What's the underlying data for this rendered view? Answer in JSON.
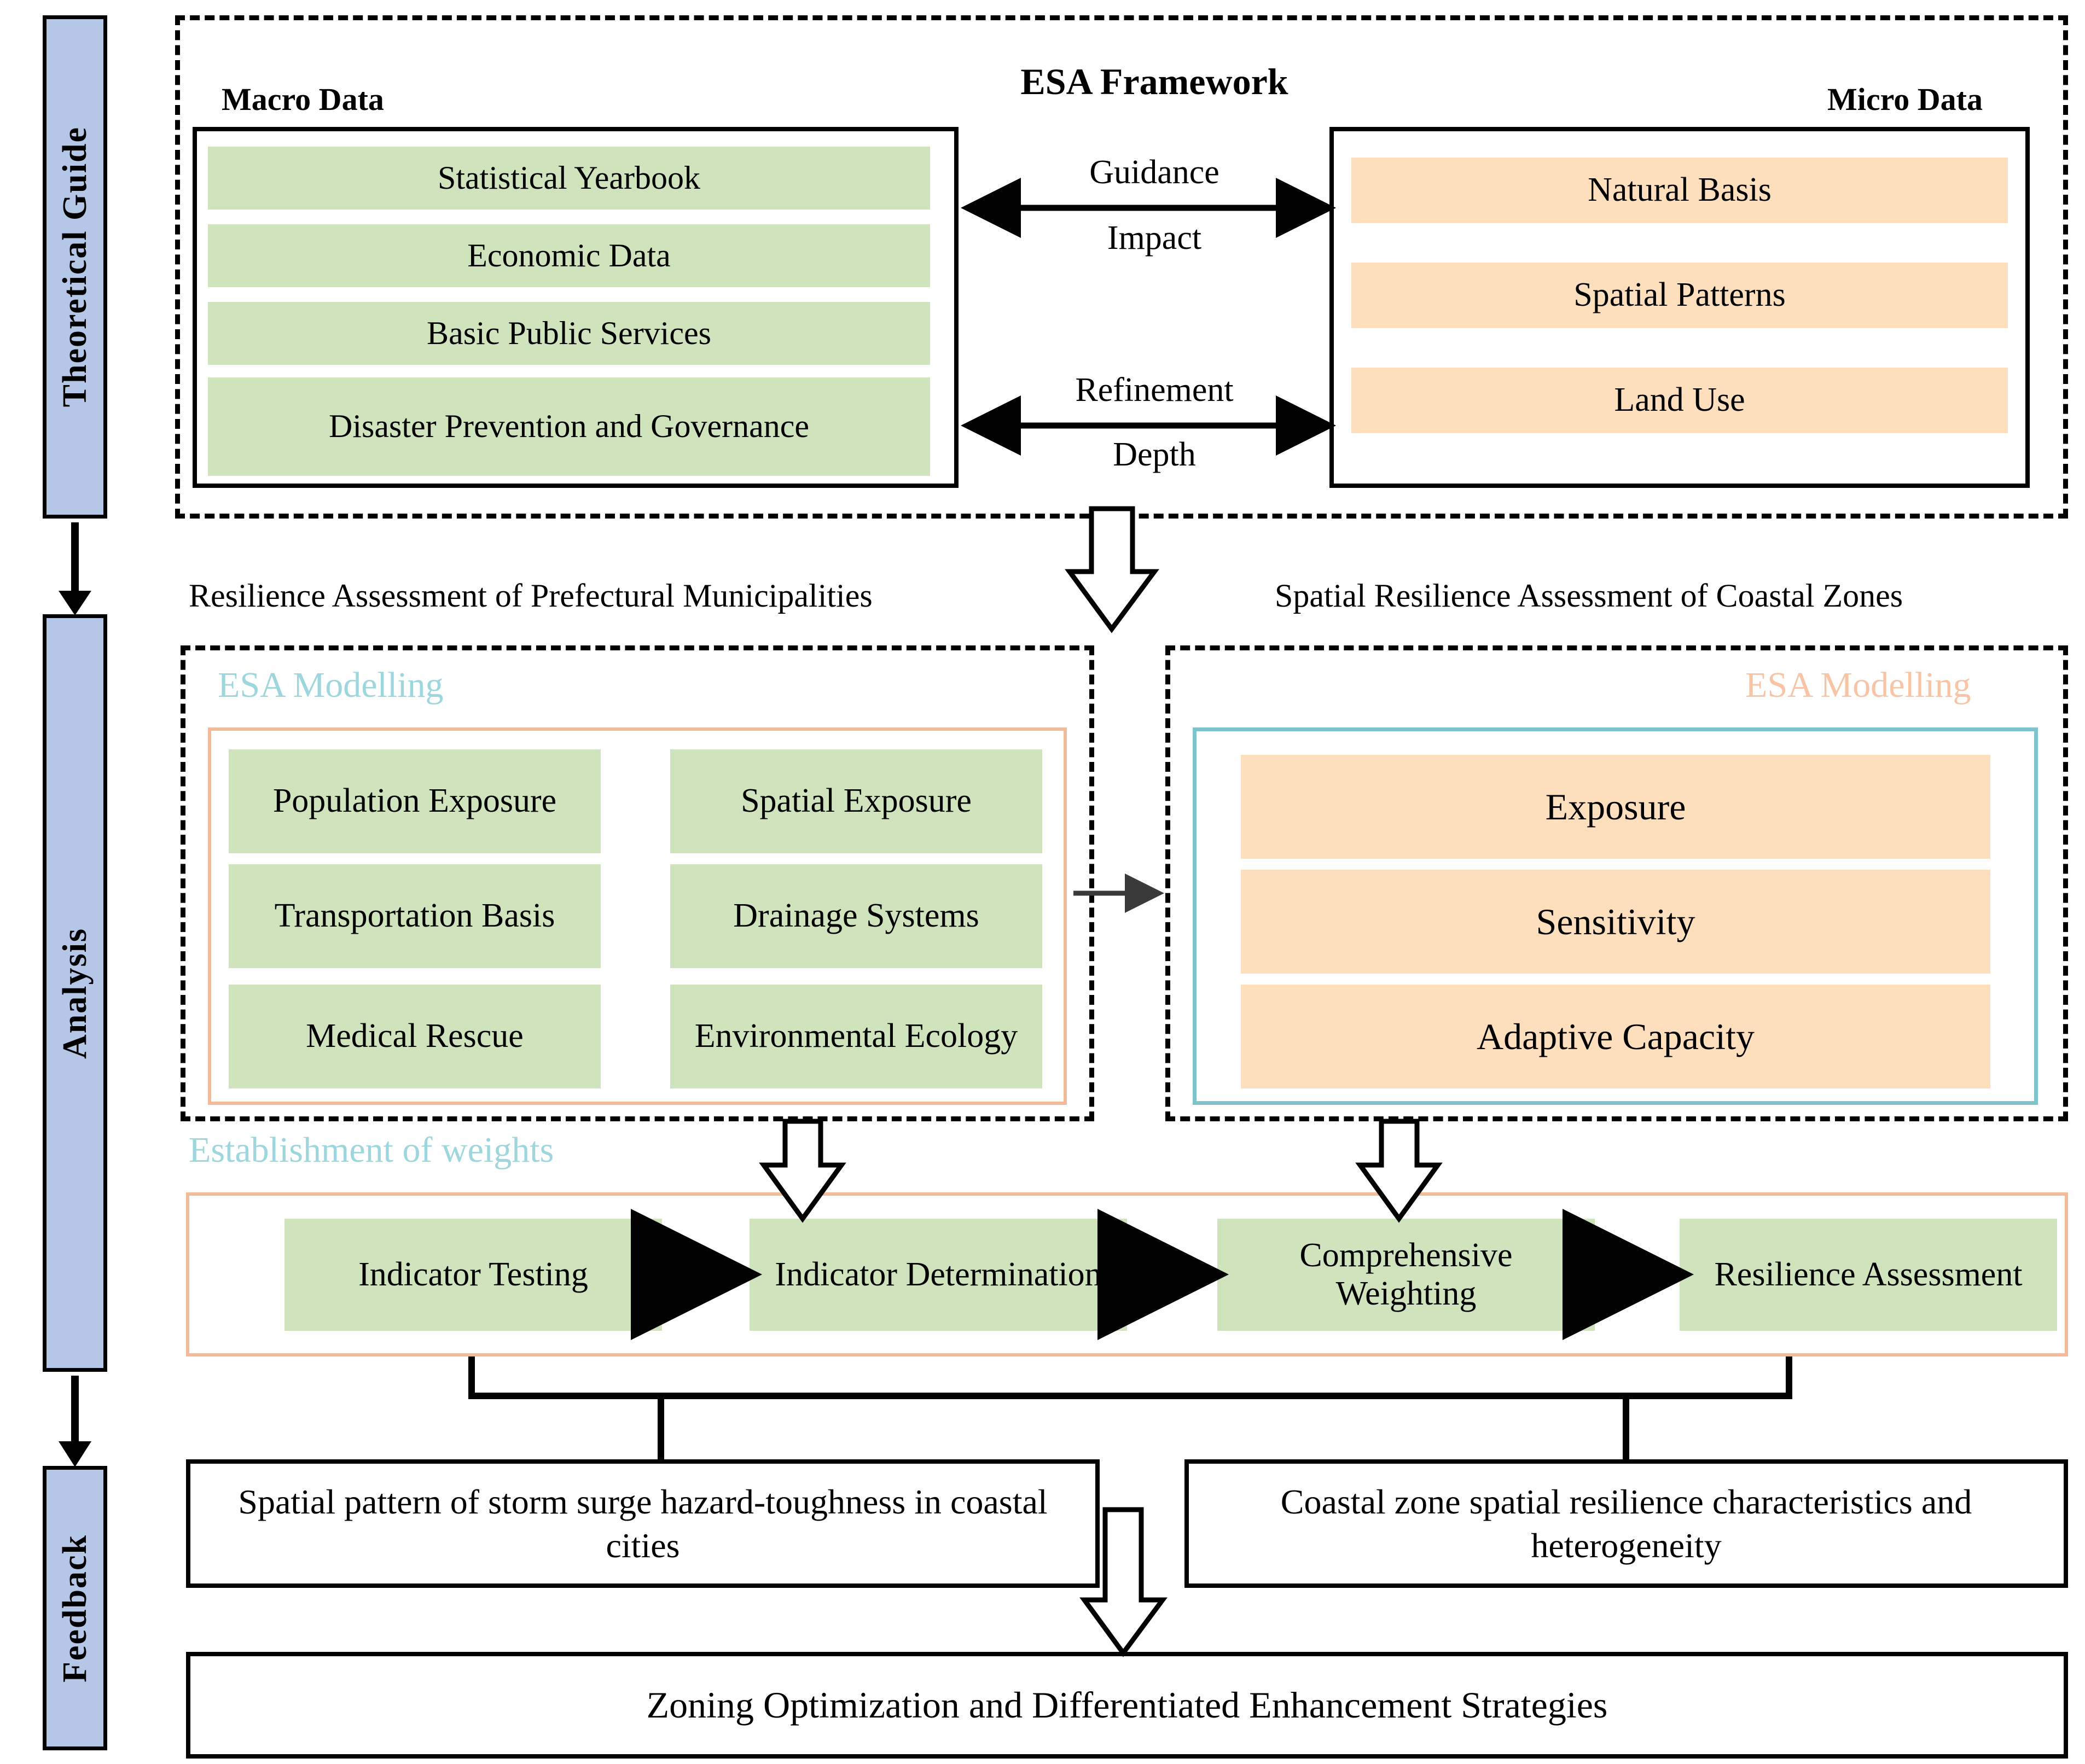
{
  "rail": {
    "items": [
      {
        "label": "Theoretical Guide"
      },
      {
        "label": "Analysis"
      },
      {
        "label": "Feedback"
      }
    ]
  },
  "framework": {
    "title": "ESA Framework",
    "macro": {
      "heading": "Macro Data",
      "items": [
        "Statistical Yearbook",
        "Economic Data",
        "Basic Public Services",
        "Disaster Prevention and Governance"
      ]
    },
    "micro": {
      "heading": "Micro Data",
      "items": [
        "Natural Basis",
        "Spatial Patterns",
        "Land Use"
      ]
    },
    "connector_top": [
      "Guidance",
      "Impact"
    ],
    "connector_bottom": [
      "Refinement",
      "Depth"
    ]
  },
  "left_panel": {
    "caption": "Resilience Assessment of Prefectural Municipalities",
    "esa_label": "ESA Modelling",
    "items_left": [
      "Population Exposure",
      "Transportation Basis",
      "Medical Rescue"
    ],
    "items_right": [
      "Spatial Exposure",
      "Drainage Systems",
      "Environmental Ecology"
    ]
  },
  "right_panel": {
    "caption": "Spatial Resilience Assessment of Coastal Zones",
    "esa_label": "ESA Modelling",
    "items": [
      "Exposure",
      "Sensitivity",
      "Adaptive Capacity"
    ]
  },
  "weights": {
    "label": "Establishment of weights",
    "steps": [
      "Indicator Testing",
      "Indicator Determination",
      "Comprehensive Weighting",
      "Resilience Assessment"
    ]
  },
  "outputs": {
    "left": "Spatial pattern of storm surge hazard-toughness in coastal cities",
    "right": "Coastal zone spatial resilience characteristics and heterogeneity",
    "final": "Zoning Optimization and Differentiated Enhancement Strategies"
  },
  "colors": {
    "rail_blue": "#B4C7E7",
    "chip_green": "#CFE3BD",
    "chip_orange": "#FDDFBE",
    "accent_teal": "#9ED6DD",
    "accent_peach": "#F7C5A6",
    "border_black": "#000000"
  }
}
